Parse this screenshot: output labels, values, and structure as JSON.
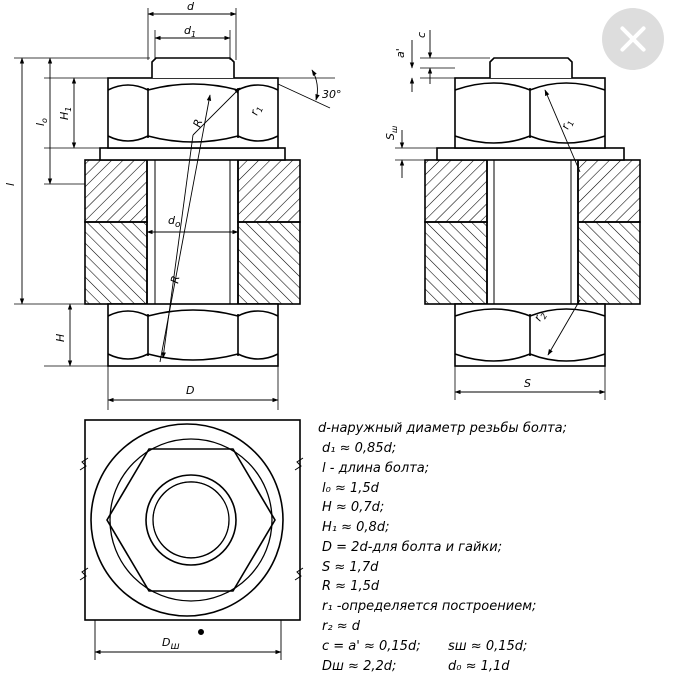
{
  "close_icon": "close-icon",
  "labels": {
    "d": "d",
    "d1": "d",
    "d1_sub": "1",
    "l": "l",
    "l0": "l",
    "l0_sub": "o",
    "h1": "H",
    "h1_sub": "1",
    "h": "H",
    "r_top": "R",
    "r_low": "R",
    "r1_left": "r",
    "r1_left_sub": "1",
    "d0": "d",
    "d0_sub": "o",
    "big_d": "D",
    "angle": "30°",
    "a_prime": "a'",
    "c": "c",
    "s_w": "S",
    "s_w_sub": "ш",
    "r1_right": "r",
    "r1_right_sub": "1",
    "r2": "r",
    "r2_sub": "2",
    "s": "S",
    "d_w": "D",
    "d_w_sub": "ш"
  },
  "legend": [
    "d-наружный диаметр резьбы болта;",
    "d₁ ≈ 0,85d;",
    "l - длина болта;",
    "l₀ ≈ 1,5d",
    "H ≈ 0,7d;",
    "H₁ ≈ 0,8d;",
    "D = 2d-для болта и гайки;",
    "S ≈ 1,7d",
    "R ≈ 1,5d",
    "r₁ -определяется построением;",
    "r₂ ≈ d",
    "c = a' ≈ 0,15d;",
    "sш ≈ 0,15d;",
    "Dш ≈ 2,2d;",
    "d₀ ≈ 1,1d"
  ],
  "colors": {
    "ink": "#000000",
    "background": "#ffffff",
    "close_bg": "#dddddd"
  }
}
